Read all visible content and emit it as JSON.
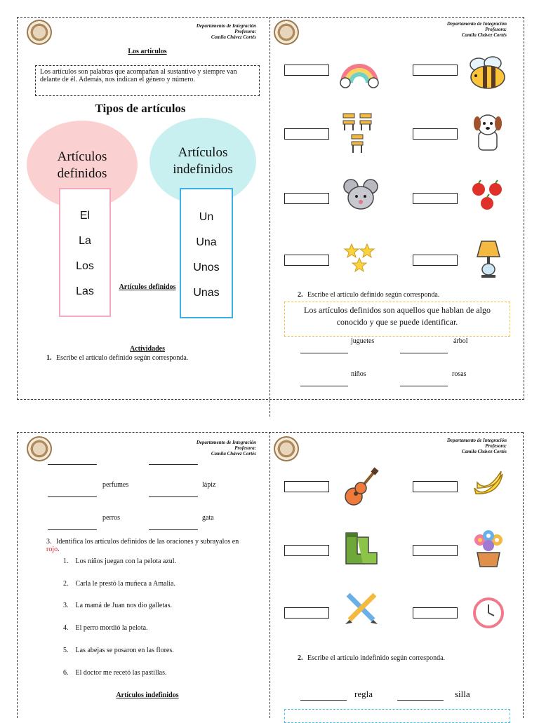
{
  "header": {
    "department": "Departamento de Integración",
    "teacher_label": "Profesora:",
    "teacher_name": "Camila Chávez Cortés"
  },
  "page1": {
    "title": "Los artículos",
    "definition": "Los artículos son palabras que acompañan al sustantivo y siempre van delante de él. Además, nos indican el género y número.",
    "types_heading": "Tipos de artículos",
    "definidos_heading_1": "Artículos",
    "definidos_heading_2": "definidos",
    "indefinidos_heading_1": "Artículos",
    "indefinidos_heading_2": "indefinidos",
    "definidos": [
      "El",
      "La",
      "Los",
      "Las"
    ],
    "indefinidos": [
      "Un",
      "Una",
      "Unos",
      "Unas"
    ],
    "definidos_label": "Artículos definidos",
    "activities_title": "Actividades",
    "activity1_num": "1.",
    "activity1": "Escribe el artículo definido según corresponda."
  },
  "page2": {
    "icons": [
      "rainbow-icon",
      "bee-icon",
      "chairs-icon",
      "dog-icon",
      "mouse-icon",
      "apples-icon",
      "stars-icon",
      "lamp-icon"
    ],
    "activity2_num": "2.",
    "activity2": "Escribe el artículo definido según corresponda.",
    "info": "Los artículos definidos son aquellos que hablan de algo conocido y que se puede identificar.",
    "words": [
      "juguetes",
      "árbol",
      "niños",
      "rosas"
    ]
  },
  "page3": {
    "words": [
      "perfumes",
      "lápiz",
      "perros",
      "gata"
    ],
    "activity3_num": "3.",
    "activity3_a": "Identifica los artículos definidos de las oraciones y subrayalos en ",
    "activity3_red": "rojo",
    "activity3_b": ".",
    "sentences": [
      {
        "n": "1.",
        "t": "Los niños juegan con la pelota azul."
      },
      {
        "n": "2.",
        "t": "Carla le prestó la muñeca a Amalia."
      },
      {
        "n": "3.",
        "t": "La mamá de Juan nos dio galletas."
      },
      {
        "n": "4.",
        "t": "El perro mordió la pelota."
      },
      {
        "n": "5.",
        "t": "Las abejas se posaron en las flores."
      },
      {
        "n": "6.",
        "t": "El doctor me recetó las pastillas."
      }
    ],
    "indefinidos_label": "Artículos indefinidos"
  },
  "page4": {
    "icons": [
      "guitar-icon",
      "banana-icon",
      "boots-icon",
      "flowerpot-icon",
      "pencils-icon",
      "clock-icon"
    ],
    "activity2_num": "2.",
    "activity2": "Escribe el artículo indefinido según corresponda.",
    "words": [
      "regla",
      "silla"
    ]
  },
  "colors": {
    "pink_blob": "#fbd0d0",
    "cyan_blob": "#c8f0f0",
    "pink_border": "#f4a9be",
    "cyan_border": "#3bb0e6",
    "red_text": "#e02020"
  }
}
